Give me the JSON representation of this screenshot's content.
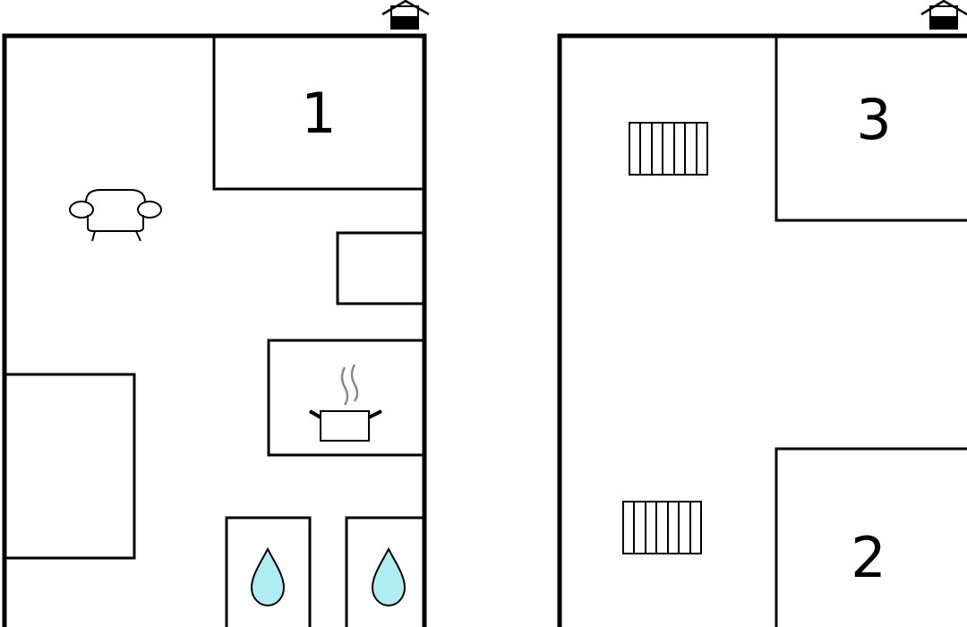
{
  "floors": [
    {
      "rooms": [
        {
          "number": "1"
        }
      ],
      "icons": [
        "house-icon",
        "sofa-icon",
        "cooking-pot-icon",
        "water-drop-icon",
        "water-drop-icon"
      ]
    },
    {
      "rooms": [
        {
          "number": "3"
        },
        {
          "number": "2"
        }
      ],
      "icons": [
        "house-icon",
        "radiator-icon",
        "radiator-icon"
      ]
    }
  ],
  "colors": {
    "line": "#000000",
    "background": "#ffffff",
    "water": "#aeeef3",
    "steam": "#888888"
  }
}
